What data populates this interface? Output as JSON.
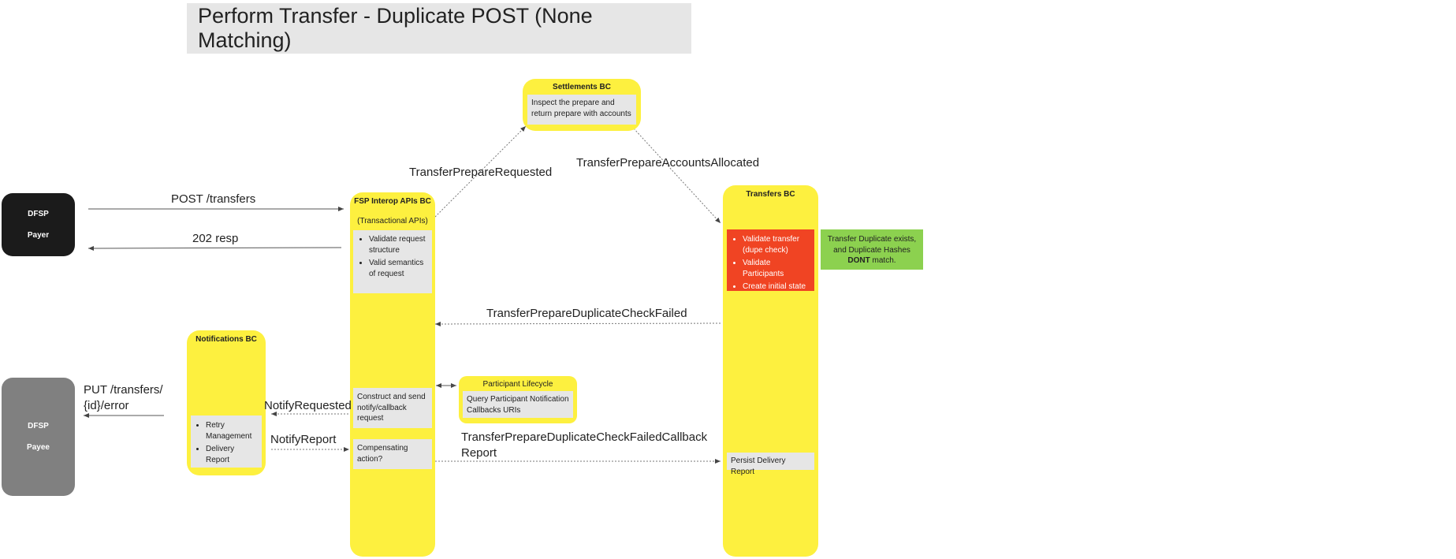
{
  "title": "Perform Transfer - Duplicate POST (None Matching)",
  "payer": {
    "line1": "DFSP",
    "line2": "Payer"
  },
  "payee": {
    "line1": "DFSP",
    "line2": "Payee"
  },
  "settlements": {
    "title": "Settlements BC",
    "text": "Inspect the prepare and return prepare with accounts"
  },
  "fsp_interop": {
    "title": "FSP Interop APIs BC",
    "subtitle": "(Transactional APIs)",
    "validate_items": [
      "Validate request structure",
      "Valid semantics of request"
    ],
    "construct_text": "Construct and send notify/callback request",
    "compensating_text": "Compensating action?"
  },
  "transfers": {
    "title": "Transfers BC",
    "validate_items": [
      "Validate transfer (dupe check)",
      "Validate Participants",
      "Create initial state"
    ],
    "persist_text": "Persist Delivery Report"
  },
  "duplicate_note": {
    "line1": "Transfer Duplicate exists, and Duplicate Hashes",
    "bold": "DONT",
    "tail": " match."
  },
  "notifications": {
    "title": "Notifications BC",
    "items": [
      "Retry Management",
      "Delivery Report"
    ]
  },
  "participant": {
    "title": "Participant Lifecycle",
    "text": "Query Participant Notification Callbacks URIs"
  },
  "labels": {
    "post_transfers": "POST /transfers",
    "resp_202": "202 resp",
    "put_error_line1": "PUT /transfers/",
    "put_error_line2": "{id}/error",
    "prepare_requested": "TransferPrepareRequested",
    "accounts_allocated": "TransferPrepareAccountsAllocated",
    "dup_check_failed": "TransferPrepareDuplicateCheckFailed",
    "notify_requested": "NotifyRequested",
    "notify_report": "NotifyReport",
    "callback_report_line1": "TransferPrepareDuplicateCheckFailedCallback",
    "callback_report_line2": "Report"
  }
}
